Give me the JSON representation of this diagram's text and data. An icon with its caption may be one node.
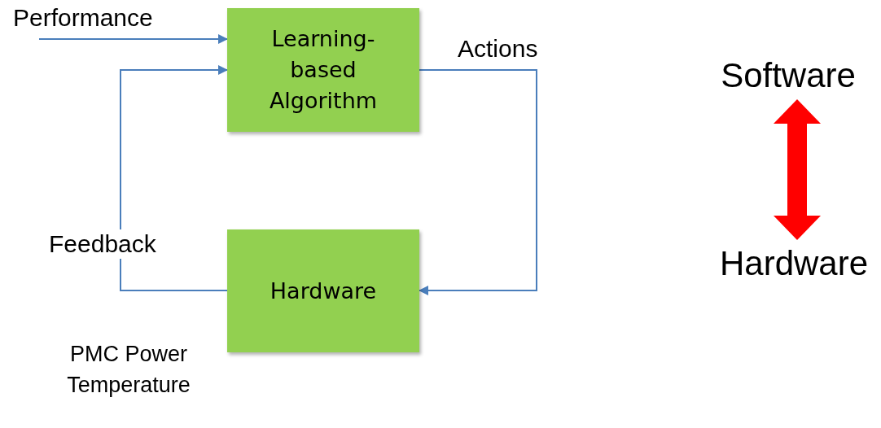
{
  "diagram": {
    "nodes": [
      {
        "text": [
          "Learning-based Algorithm"
        ]
      },
      {
        "text": [
          "Hardware"
        ]
      },
      {
        "text": [
          "Software"
        ]
      },
      {
        "text": [
          "Hardware"
        ]
      }
    ],
    "edges": [
      {
        "from": null,
        "to": 0,
        "arrow": "to",
        "label": "Performance"
      },
      {
        "from": 0,
        "to": 1,
        "arrow": "to",
        "label": "Actions"
      },
      {
        "from": 1,
        "to": 0,
        "arrow": "to",
        "label": "Feedback"
      },
      {
        "from": 2,
        "to": 3,
        "arrow": "both",
        "style": "thick",
        "color": "#ff0000"
      }
    ],
    "labels": [
      "PMC Power Temperature"
    ]
  }
}
